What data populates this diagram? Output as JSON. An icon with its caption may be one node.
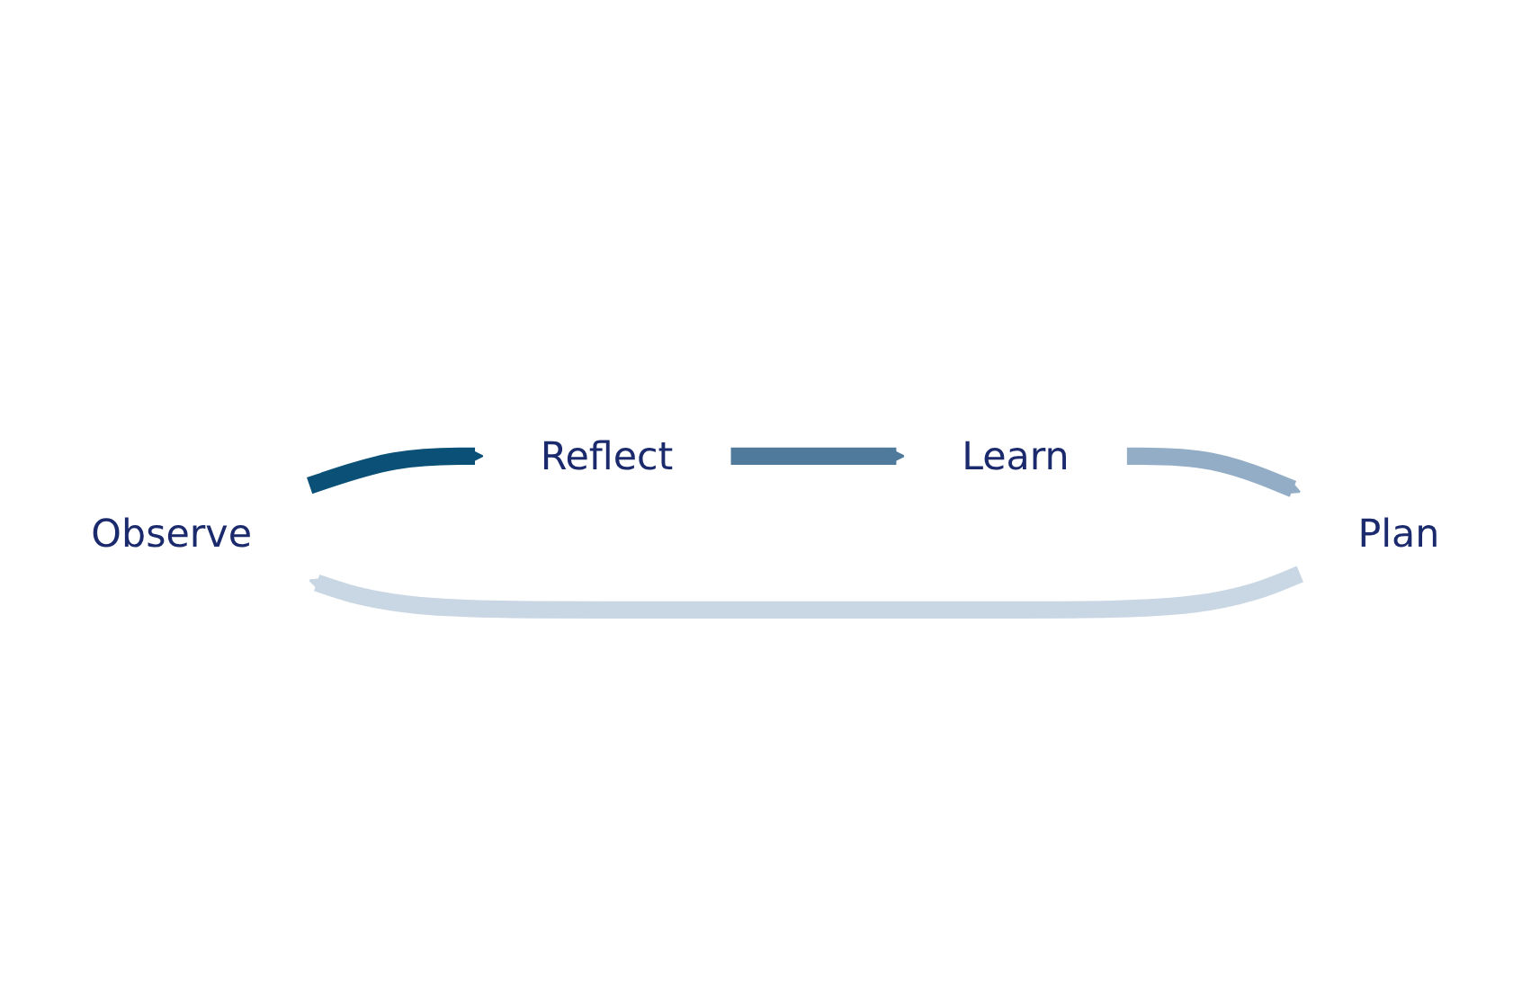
{
  "diagram": {
    "nodes": [
      {
        "text": [
          "Observe"
        ]
      },
      {
        "text": [
          "Reflect"
        ]
      },
      {
        "text": [
          "Learn"
        ]
      },
      {
        "text": [
          "Plan"
        ]
      }
    ],
    "edges": [
      {
        "from": 0,
        "to": 1,
        "arrow": "to",
        "color": "#0b5177"
      },
      {
        "from": 1,
        "to": 2,
        "arrow": "to",
        "color": "#4f7a9c"
      },
      {
        "from": 2,
        "to": 3,
        "arrow": "to",
        "color": "#94adc6"
      },
      {
        "from": 3,
        "to": 0,
        "arrow": "to",
        "color": "#c9d6e3"
      }
    ]
  }
}
